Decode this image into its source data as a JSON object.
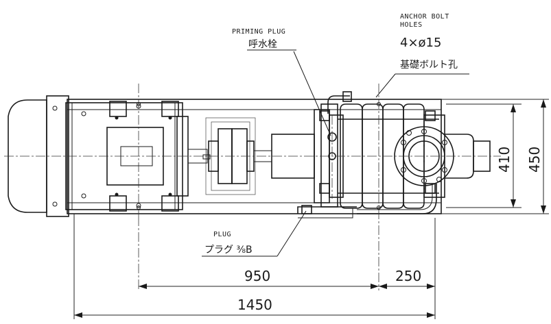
{
  "labels": {
    "priming_plug_en": "PRIMING PLUG",
    "priming_plug_jp": "呼水栓",
    "anchor_bolt_en_line1": "ANCHOR BOLT",
    "anchor_bolt_en_line2": "HOLES",
    "anchor_bolt_spec": "4×ø15",
    "anchor_bolt_jp": "基礎ボルト孔",
    "plug_en": "PLUG",
    "plug_jp": "プラグ ⅜B"
  },
  "dimensions": {
    "d950": "950",
    "d250": "250",
    "d1450": "1450",
    "d410": "410",
    "d450": "450"
  }
}
